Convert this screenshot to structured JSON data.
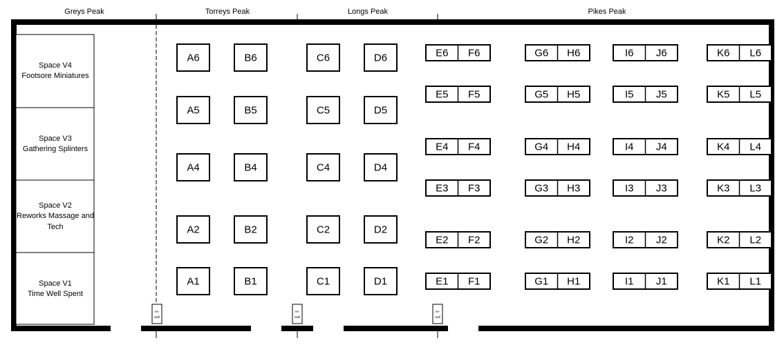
{
  "rooms": [
    {
      "label": "Greys Peak"
    },
    {
      "label": "Torreys Peak"
    },
    {
      "label": "Longs Peak"
    },
    {
      "label": "Pikes Peak"
    }
  ],
  "vendor_spaces": [
    {
      "space": "Space V4",
      "vendor_lines": [
        "Footsore Miniatures"
      ]
    },
    {
      "space": "Space V3",
      "vendor_lines": [
        "Gathering Splinters"
      ]
    },
    {
      "space": "Space V2",
      "vendor_lines": [
        "Reworks Massage and",
        "Tech"
      ]
    },
    {
      "space": "Space V1",
      "vendor_lines": [
        "Time Well Spent"
      ]
    }
  ],
  "single_tables": [
    {
      "label": "A6"
    },
    {
      "label": "B6"
    },
    {
      "label": "C6"
    },
    {
      "label": "D6"
    },
    {
      "label": "A5"
    },
    {
      "label": "B5"
    },
    {
      "label": "C5"
    },
    {
      "label": "D5"
    },
    {
      "label": "A4"
    },
    {
      "label": "B4"
    },
    {
      "label": "C4"
    },
    {
      "label": "D4"
    },
    {
      "label": "A2"
    },
    {
      "label": "B2"
    },
    {
      "label": "C2"
    },
    {
      "label": "D2"
    },
    {
      "label": "A1"
    },
    {
      "label": "B1"
    },
    {
      "label": "C1"
    },
    {
      "label": "D1"
    }
  ],
  "paired_rows": [
    {
      "pairs": [
        [
          "E6",
          "F6"
        ],
        [
          "G6",
          "H6"
        ],
        [
          "I6",
          "J6"
        ],
        [
          "K6",
          "L6"
        ]
      ]
    },
    {
      "pairs": [
        [
          "E5",
          "F5"
        ],
        [
          "G5",
          "H5"
        ],
        [
          "I5",
          "J5"
        ],
        [
          "K5",
          "L5"
        ]
      ]
    },
    {
      "pairs": [
        [
          "E4",
          "F4"
        ],
        [
          "G4",
          "H4"
        ],
        [
          "I4",
          "J4"
        ],
        [
          "K4",
          "L4"
        ]
      ]
    },
    {
      "pairs": [
        [
          "E3",
          "F3"
        ],
        [
          "G3",
          "H3"
        ],
        [
          "I3",
          "J3"
        ],
        [
          "K3",
          "L3"
        ]
      ]
    },
    {
      "pairs": [
        [
          "E2",
          "F2"
        ],
        [
          "G2",
          "H2"
        ],
        [
          "I2",
          "J2"
        ],
        [
          "K2",
          "L2"
        ]
      ]
    },
    {
      "pairs": [
        [
          "E1",
          "F1"
        ],
        [
          "G1",
          "H1"
        ],
        [
          "I1",
          "J1"
        ],
        [
          "K1",
          "L1"
        ]
      ]
    }
  ],
  "air_walls": [
    {
      "label_lines": [
        "Air-",
        "wall"
      ]
    },
    {
      "label_lines": [
        "Air-",
        "wall"
      ]
    },
    {
      "label_lines": [
        "Air-",
        "wall"
      ]
    }
  ]
}
